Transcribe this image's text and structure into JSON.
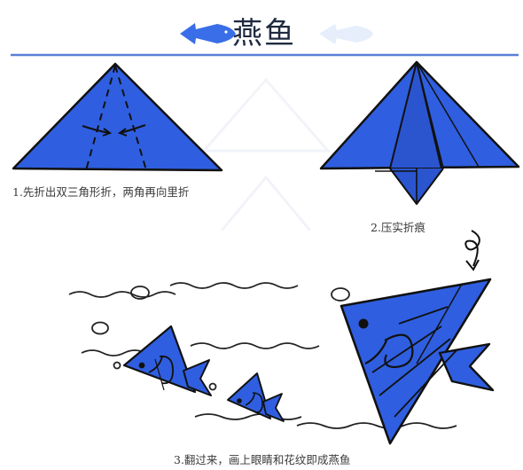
{
  "title": "燕鱼",
  "steps": [
    {
      "text": "1.先折出双三角形折，两角再向里折"
    },
    {
      "text": "2.压实折痕"
    },
    {
      "text": "3.翻过来，画上眼睛和花纹即成燕鱼"
    }
  ],
  "colors": {
    "paper_blue": "#2f5fe0",
    "outline": "#111111",
    "rule_blue": "#5a7fd6",
    "title_icon": "#3a6ee8"
  }
}
